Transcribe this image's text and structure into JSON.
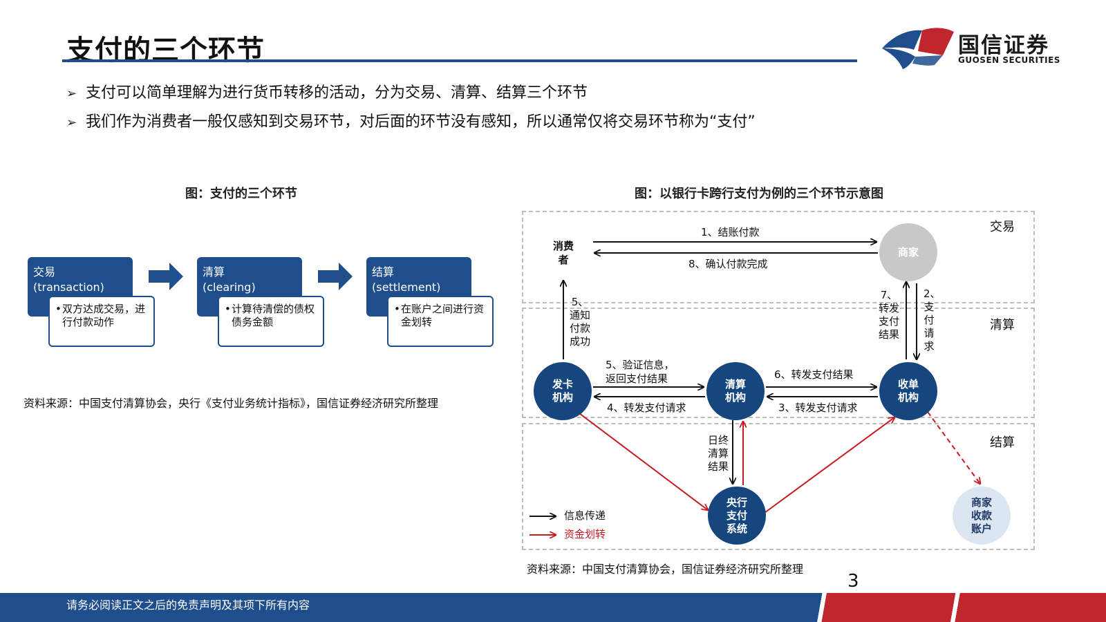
{
  "header": {
    "title": "支付的三个环节",
    "logo_cn": "国信证券",
    "logo_en": "GUOSEN SECURITIES"
  },
  "bullets": [
    "支付可以简单理解为进行货币转移的活动，分为交易、清算、结算三个环节",
    "我们作为消费者一般仅感知到交易环节，对后面的环节没有感知，所以通常仅将交易环节称为“支付”"
  ],
  "left_figure": {
    "title": "图：支付的三个环节",
    "stages": [
      {
        "name": "交易",
        "en": "(transaction)",
        "desc": "双方达成交易，进行付款动作"
      },
      {
        "name": "清算",
        "en": "(clearing)",
        "desc": "计算待清偿的债权债务金额"
      },
      {
        "name": "结算",
        "en": "(settlement)",
        "desc": "在账户之间进行资金划转"
      }
    ],
    "source": "资料来源：中国支付清算协会，央行《支付业务统计指标》，国信证券经济研究所整理"
  },
  "right_figure": {
    "title": "图：以银行卡跨行支付为例的三个环节示意图",
    "regions": [
      "交易",
      "清算",
      "结算"
    ],
    "nodes": {
      "consumer": "消费者",
      "merchant": "商家",
      "issuer": "发卡机构",
      "clearing": "清算机构",
      "acquirer": "收单机构",
      "central": "央行支付系统",
      "merchant_account": "商家收款账户"
    },
    "edges": {
      "e1": "1、结账付款",
      "e8": "8、确认付款完成",
      "e2": "2、支付请求",
      "e7": "7、转发支付结果",
      "e5_notify": "5、通知付款成功",
      "e5_verify_1": "5、验证信息，",
      "e5_verify_2": "返回支付结果",
      "e4": "4、转发支付请求",
      "e6": "6、转发支付结果",
      "e3": "3、转发支付请求",
      "eod": "日终清算结果"
    },
    "legend": {
      "info": "信息传递",
      "funds": "资金划转"
    },
    "source": "资料来源：中国支付清算协会，国信证券经济研究所整理"
  },
  "footer": {
    "disclaimer": "请务必阅读正文之后的免责声明及其项下所有内容",
    "page": "3"
  },
  "colors": {
    "brand_blue": "#1f4e8c",
    "brand_red": "#c0262d",
    "node_blue": "#15467e",
    "funds_red": "#c8191e"
  }
}
